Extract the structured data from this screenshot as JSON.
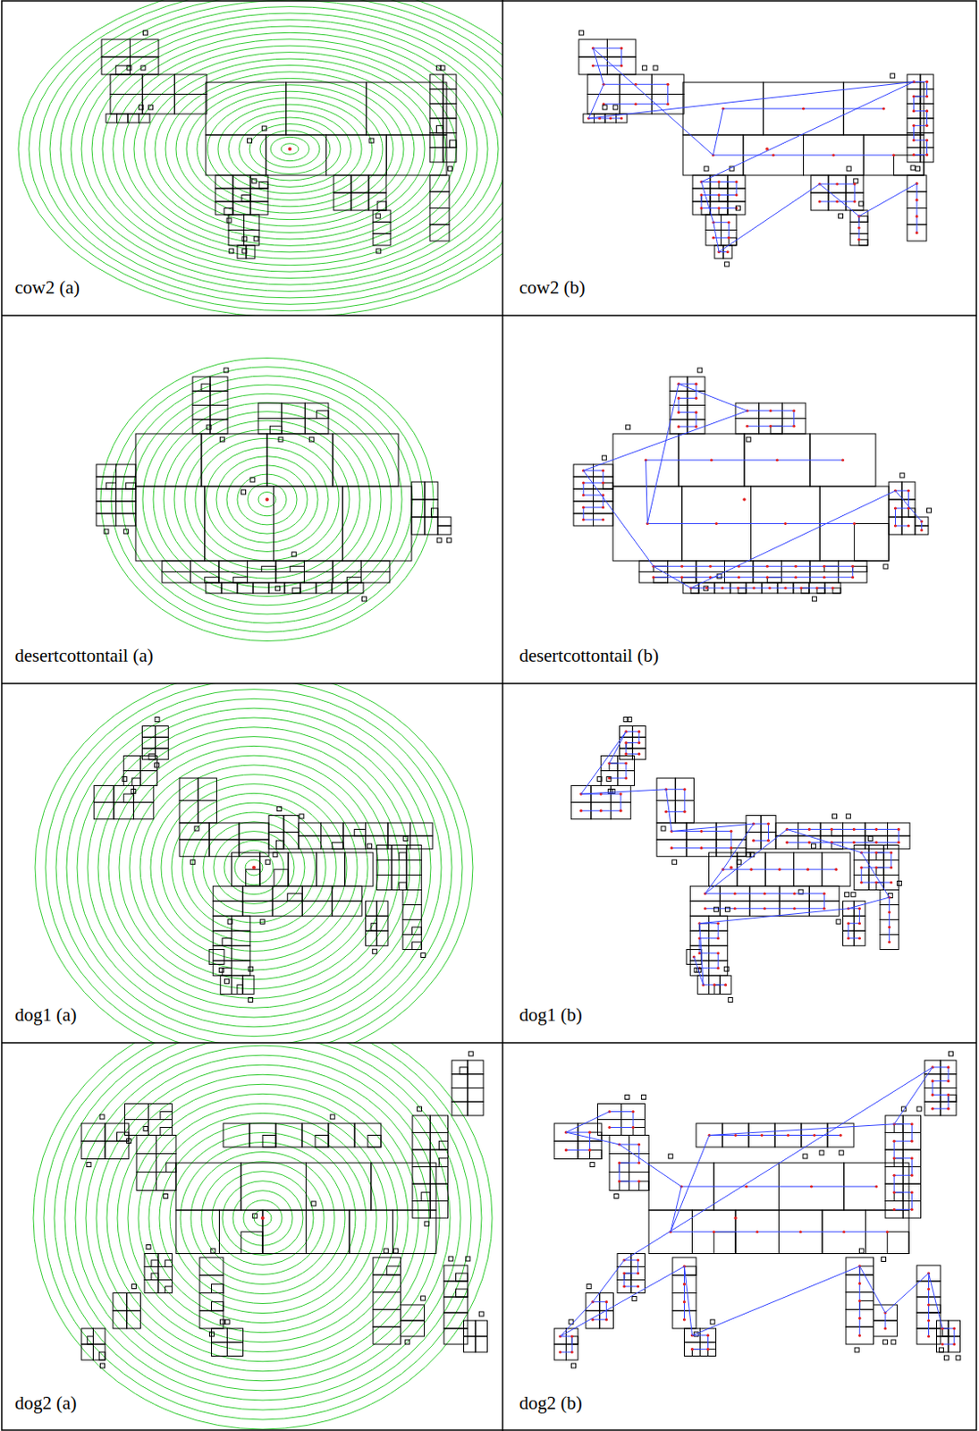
{
  "diagram": {
    "labels": [
      "cow2 (a)",
      "cow2 (b)",
      "desertcottontail (a)",
      "desertcottontail (b)",
      "dog1 (a)",
      "dog1 (b)",
      "dog2 (a)",
      "dog2 (b)"
    ]
  }
}
